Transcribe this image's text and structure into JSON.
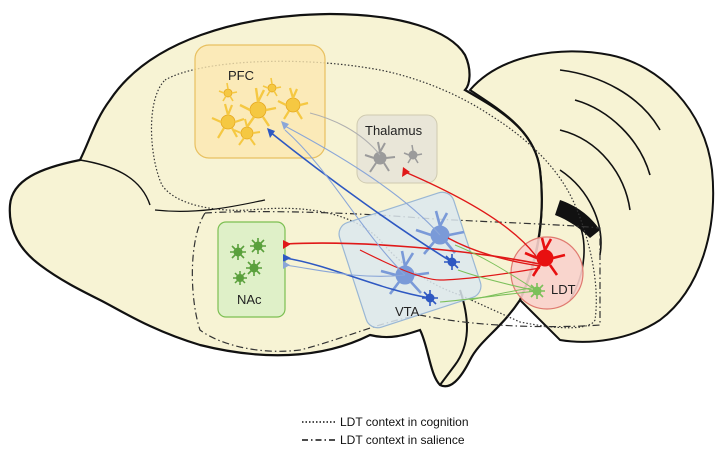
{
  "regions": {
    "pfc": "PFC",
    "thalamus": "Thalamus",
    "nac": "NAc",
    "vta": "VTA",
    "ldt": "LDT"
  },
  "legend": {
    "cognition": "LDT context  in cognition",
    "salience": "LDT context  in salience"
  },
  "colors": {
    "brain_fill": "#f7f3d4",
    "pfc_neurons": "#f5c842",
    "thalamus_neurons": "#9b9b9b",
    "nac_neurons": "#5aa03c",
    "vta_neurons": "#7a9ad8",
    "ldt_neuron": "#e81010",
    "blue_projection": "#2e58c2",
    "red_projection": "#e01818",
    "green_projection": "#7cc05a"
  }
}
